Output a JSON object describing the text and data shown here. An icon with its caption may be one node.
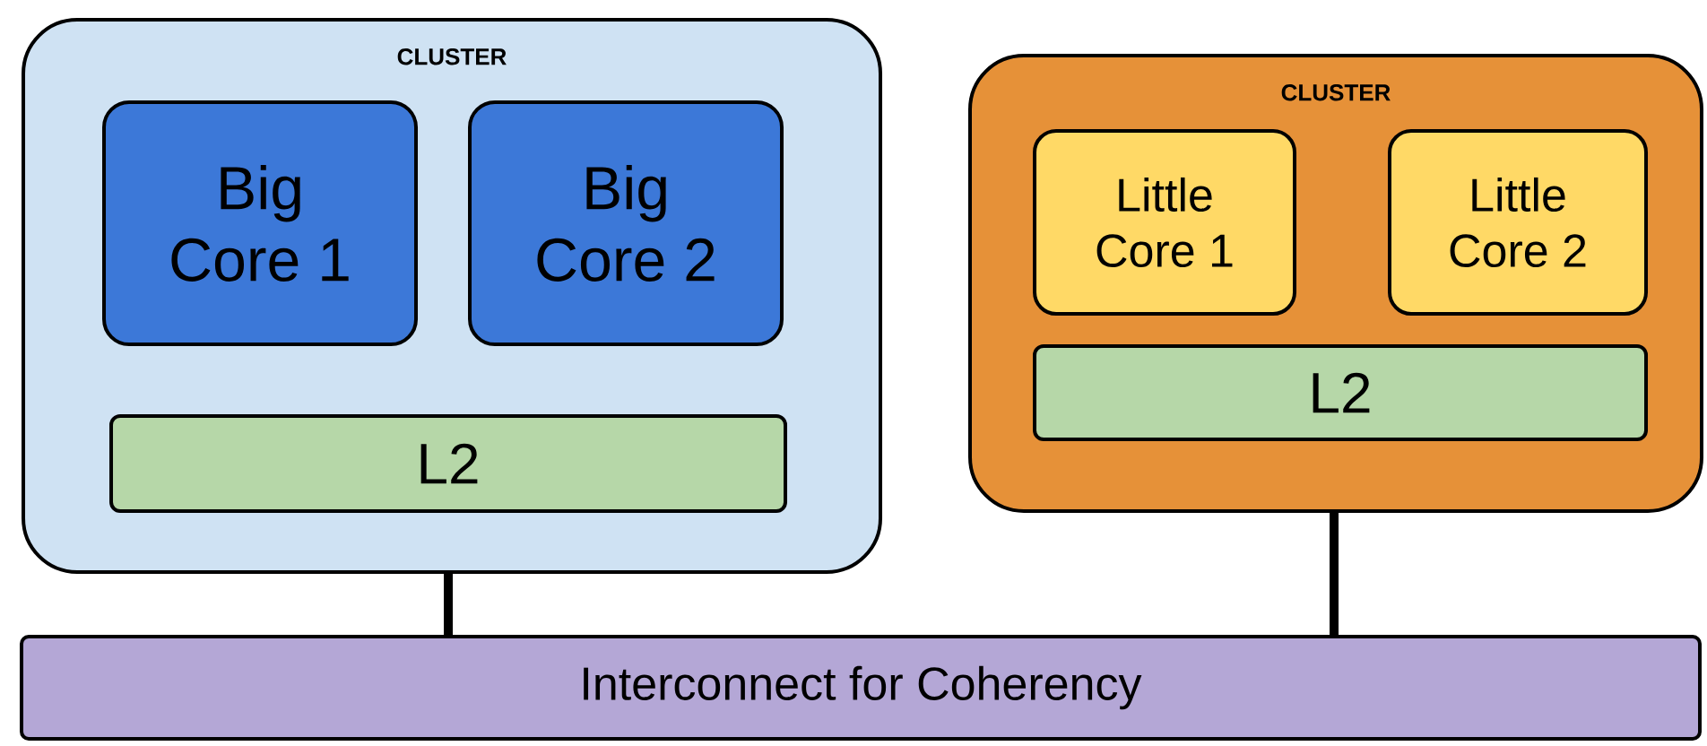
{
  "diagram": {
    "nodes": [
      {
        "text": [
          "CLUSTER"
        ]
      },
      {
        "text": [
          "Big Core 1"
        ],
        "in": 0
      },
      {
        "text": [
          "Big Core 2"
        ],
        "in": 0
      },
      {
        "text": [
          "L2"
        ],
        "in": 0
      },
      {
        "text": [
          "CLUSTER"
        ]
      },
      {
        "text": [
          "Little Core 1"
        ],
        "in": 4
      },
      {
        "text": [
          "Little Core 2"
        ],
        "in": 4
      },
      {
        "text": [
          "L2"
        ],
        "in": 4
      },
      {
        "text": [
          "Interconnect for Coherency"
        ]
      }
    ],
    "edges": [
      {
        "from": 0,
        "to": 8,
        "arrow": "none"
      },
      {
        "from": 4,
        "to": 8,
        "arrow": "none"
      }
    ]
  }
}
